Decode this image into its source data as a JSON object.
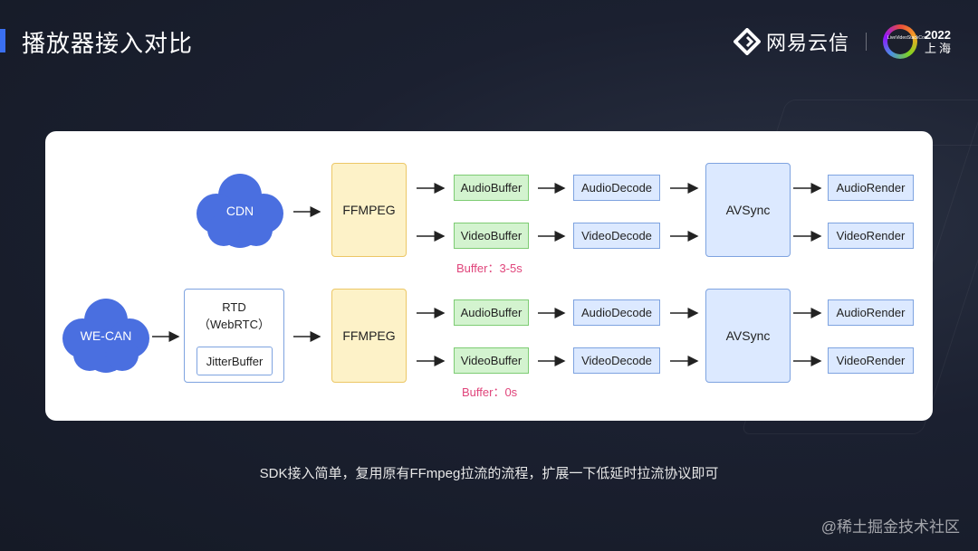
{
  "header": {
    "title": "播放器接入对比",
    "brand_name": "网易云信",
    "event_badge_text": "LiveVideoStackCon",
    "event_year": "2022",
    "event_city": "上海"
  },
  "diagram": {
    "row1": {
      "source": "CDN",
      "demux": "FFMPEG",
      "audio_buffer": "AudioBuffer",
      "video_buffer": "VideoBuffer",
      "audio_decode": "AudioDecode",
      "video_decode": "VideoDecode",
      "sync": "AVSync",
      "audio_render": "AudioRender",
      "video_render": "VideoRender",
      "buffer_note": "Buffer：3-5s"
    },
    "row2": {
      "source": "WE-CAN",
      "rtd_title": "RTD",
      "rtd_subtitle": "（WebRTC）",
      "jitter": "JitterBuffer",
      "demux": "FFMPEG",
      "audio_buffer": "AudioBuffer",
      "video_buffer": "VideoBuffer",
      "audio_decode": "AudioDecode",
      "video_decode": "VideoDecode",
      "sync": "AVSync",
      "audio_render": "AudioRender",
      "video_render": "VideoRender",
      "buffer_note": "Buffer：0s"
    }
  },
  "caption": "SDK接入简单，复用原有FFmpeg拉流的流程，扩展一下低延时拉流协议即可",
  "watermark": "@稀土掘金技术社区",
  "colors": {
    "accent": "#3a6ff0",
    "cloud": "#4a6fe0",
    "ffmpeg_fill": "#fdf2c8",
    "buffer_fill": "#d3f3cf",
    "decode_fill": "#dce9ff",
    "buffer_note": "#e0457b"
  }
}
